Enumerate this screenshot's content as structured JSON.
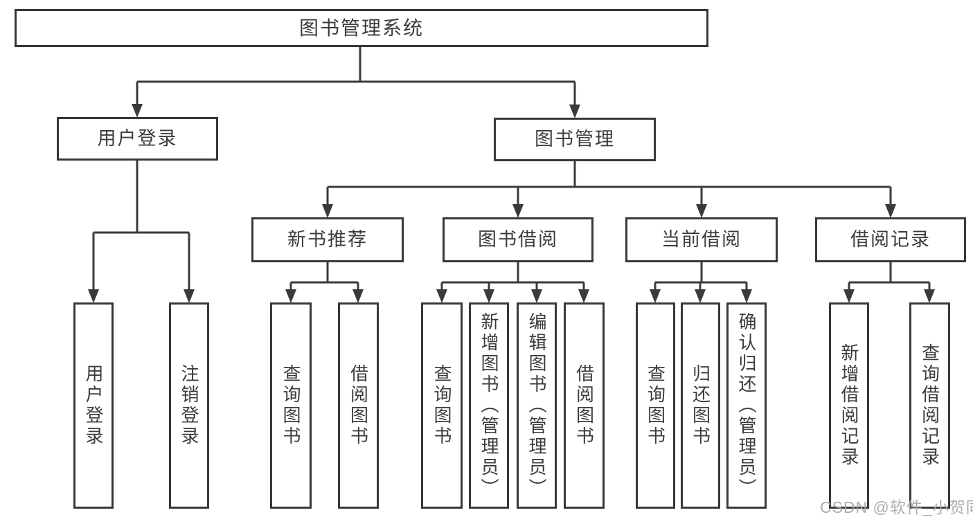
{
  "colors": {
    "background": "#ffffff",
    "line": "#3a3a3a",
    "box_border": "#383838",
    "text": "#3c3c3c",
    "watermark": "#a8a8a8"
  },
  "watermark": {
    "text": "CSDN @软件_小贺同学"
  },
  "diagram": {
    "root": {
      "label": "图书管理系统"
    },
    "user_login": {
      "label": "用户登录",
      "children": {
        "login": {
          "label": "用户登录"
        },
        "logout": {
          "label": "注销登录"
        }
      }
    },
    "book_mgmt": {
      "label": "图书管理"
    },
    "new_book_rec": {
      "label": "新书推荐",
      "children": {
        "query_book": {
          "label": "查询图书"
        },
        "borrow_book": {
          "label": "借阅图书"
        }
      }
    },
    "book_borrow": {
      "label": "图书借阅",
      "children": {
        "query_book": {
          "label": "查询图书"
        },
        "add_book": {
          "label": "新增图书（管理员）"
        },
        "edit_book": {
          "label": "编辑图书（管理员）"
        },
        "borrow_book": {
          "label": "借阅图书"
        }
      }
    },
    "current_borrow": {
      "label": "当前借阅",
      "children": {
        "query_book": {
          "label": "查询图书"
        },
        "return_book": {
          "label": "归还图书"
        },
        "confirm_return": {
          "label": "确认归还（管理员）"
        }
      }
    },
    "borrow_records": {
      "label": "借阅记录",
      "children": {
        "add_record": {
          "label": "新增借阅记录"
        },
        "query_record": {
          "label": "查询借阅记录"
        }
      }
    }
  }
}
